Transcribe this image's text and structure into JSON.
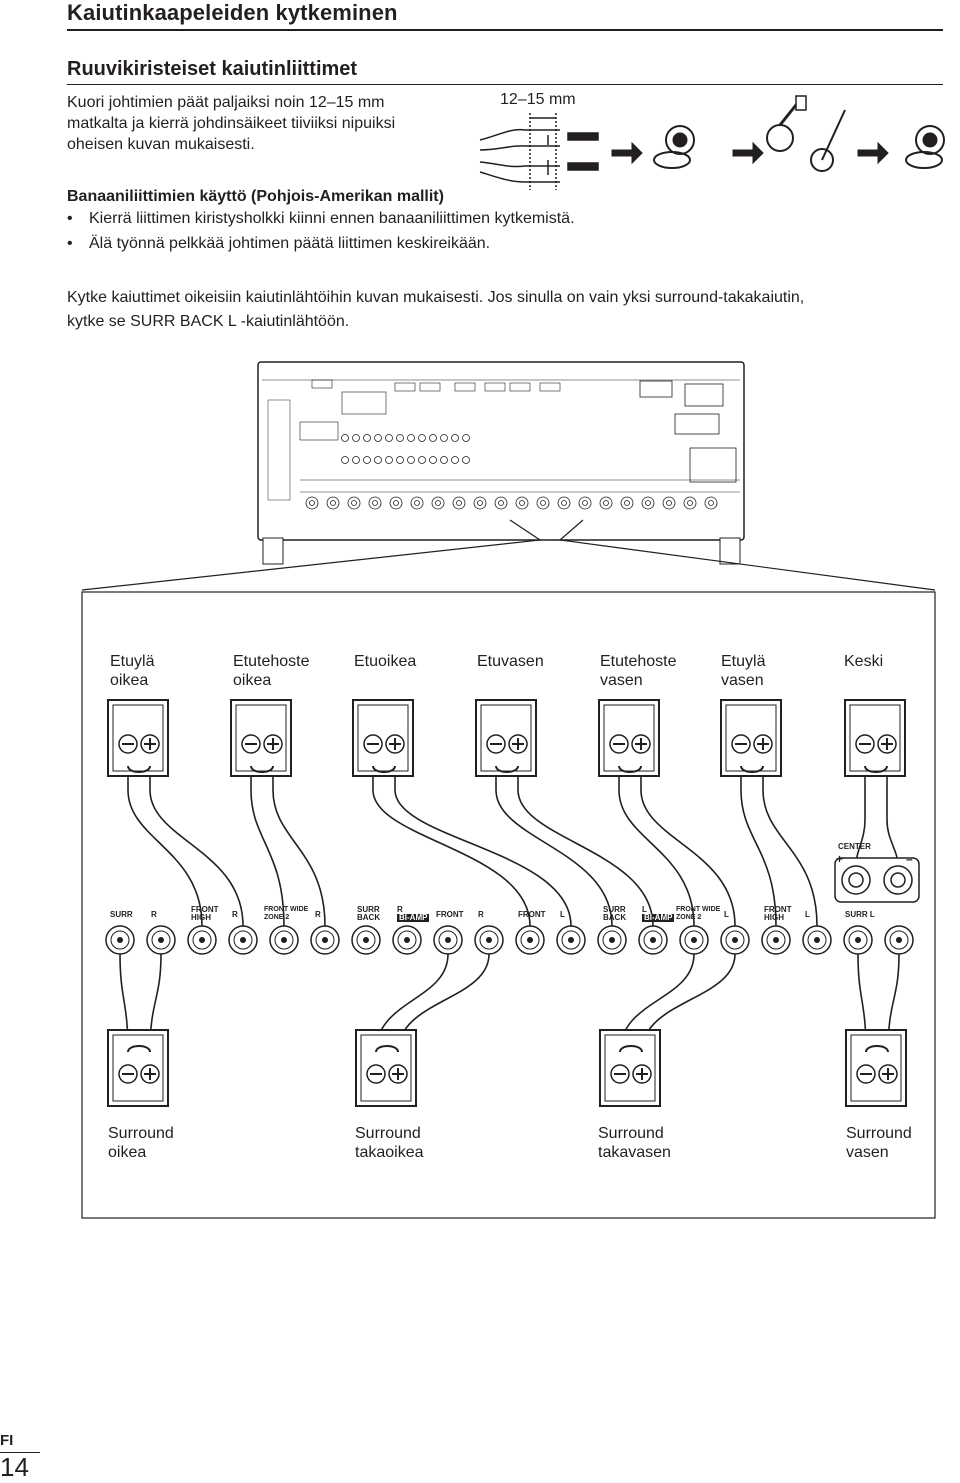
{
  "header": {
    "title": "Kaiutinkaapeleiden kytkeminen"
  },
  "section": {
    "title": "Ruuvikiristeiset kaiutinliittimet"
  },
  "intro": {
    "line1": "Kuori johtimien päät paljaiksi noin 12–15 mm",
    "line2": "matkalta ja kierrä johdinsäikeet tiiviiksi nipuiksi",
    "line3": "oheisen kuvan mukaisesti."
  },
  "strip_label": "12–15 mm",
  "banana": {
    "title": "Banaaniliittimien käyttö (Pohjois-Amerikan mallit)",
    "bullets": [
      "Kierrä liittimen kiristysholkki kiinni ennen banaaniliittimen kytkemistä.",
      "Älä työnnä pelkkää johtimen päätä liittimen keskireikään."
    ]
  },
  "instruction": {
    "line1": "Kytke kaiuttimet oikeisiin kaiutinlähtöihin kuvan mukaisesti. Jos sinulla on vain yksi surround-takakaiutin,",
    "line2": "kytke se  SURR BACK L -kaiutinlähtöön."
  },
  "top_speakers": [
    {
      "line1": "Etuylä",
      "line2": "oikea"
    },
    {
      "line1": "Etutehoste",
      "line2": "oikea"
    },
    {
      "line1": "Etuoikea",
      "line2": ""
    },
    {
      "line1": "Etuvasen",
      "line2": ""
    },
    {
      "line1": "Etutehoste",
      "line2": "vasen"
    },
    {
      "line1": "Etuylä",
      "line2": "vasen"
    },
    {
      "line1": "Keski",
      "line2": ""
    }
  ],
  "bottom_speakers": [
    {
      "line1": "Surround",
      "line2": "oikea"
    },
    {
      "line1": "Surround",
      "line2": "takaoikea"
    },
    {
      "line1": "Surround",
      "line2": "takavasen"
    },
    {
      "line1": "Surround",
      "line2": "vasen"
    }
  ],
  "terminal_labels": {
    "center": "CENTER",
    "surr": "SURR",
    "r": "R",
    "l": "L",
    "front_high_1": "FRONT",
    "front_high_2": "HIGH",
    "front_wide_1": "FRONT WIDE",
    "front_wide_2": "ZONE 2",
    "surr_back_1": "SURR",
    "surr_back_2": "BACK",
    "bi_amp": "BI-AMP",
    "front": "FRONT",
    "surr_l": "SURR L",
    "plus": "+",
    "minus": "–"
  },
  "footer": {
    "lang": "FI",
    "page": "14"
  }
}
